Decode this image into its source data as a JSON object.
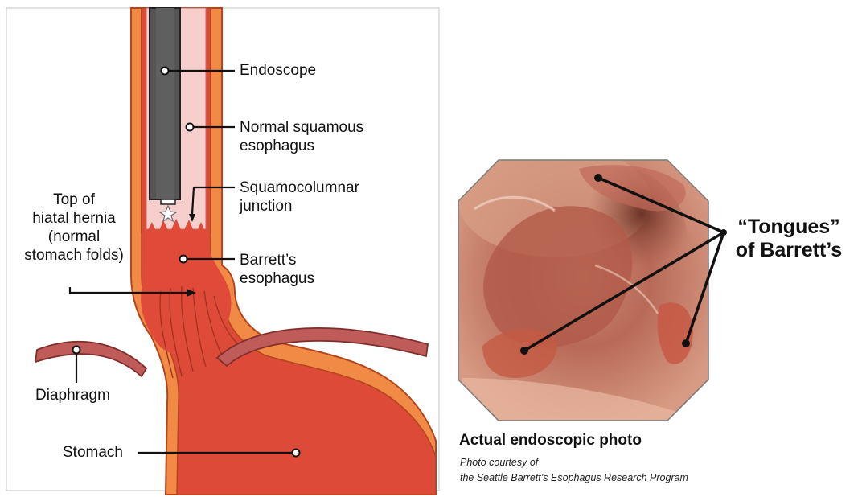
{
  "diagram": {
    "labels": {
      "endoscope": "Endoscope",
      "normal_squamous_esophagus": [
        "Normal squamous",
        "esophagus"
      ],
      "squamocolumnar_junction": [
        "Squamocolumnar",
        "junction"
      ],
      "top_of_hiatal_hernia": [
        "Top of",
        "hiatal hernia",
        "(normal",
        "stomach folds)"
      ],
      "barretts_esophagus": [
        "Barrett’s",
        "esophagus"
      ],
      "diaphragm": "Diaphragm",
      "stomach": "Stomach"
    },
    "colors": {
      "wall_outer": "#f08a45",
      "wall_line": "#b3441c",
      "lumen_pink": "#f6cfcc",
      "barretts_red": "#e04a38",
      "stomach_red": "#de4a38",
      "endoscope_gray": "#555555",
      "diaphragm": "#bf5b58"
    }
  },
  "photo": {
    "annotation": [
      "“Tongues”",
      "of Barrett’s"
    ],
    "caption_title": "Actual endoscopic photo",
    "caption_credit": [
      "Photo courtesy of",
      "the Seattle Barrett’s Esophagus Research Program"
    ]
  }
}
